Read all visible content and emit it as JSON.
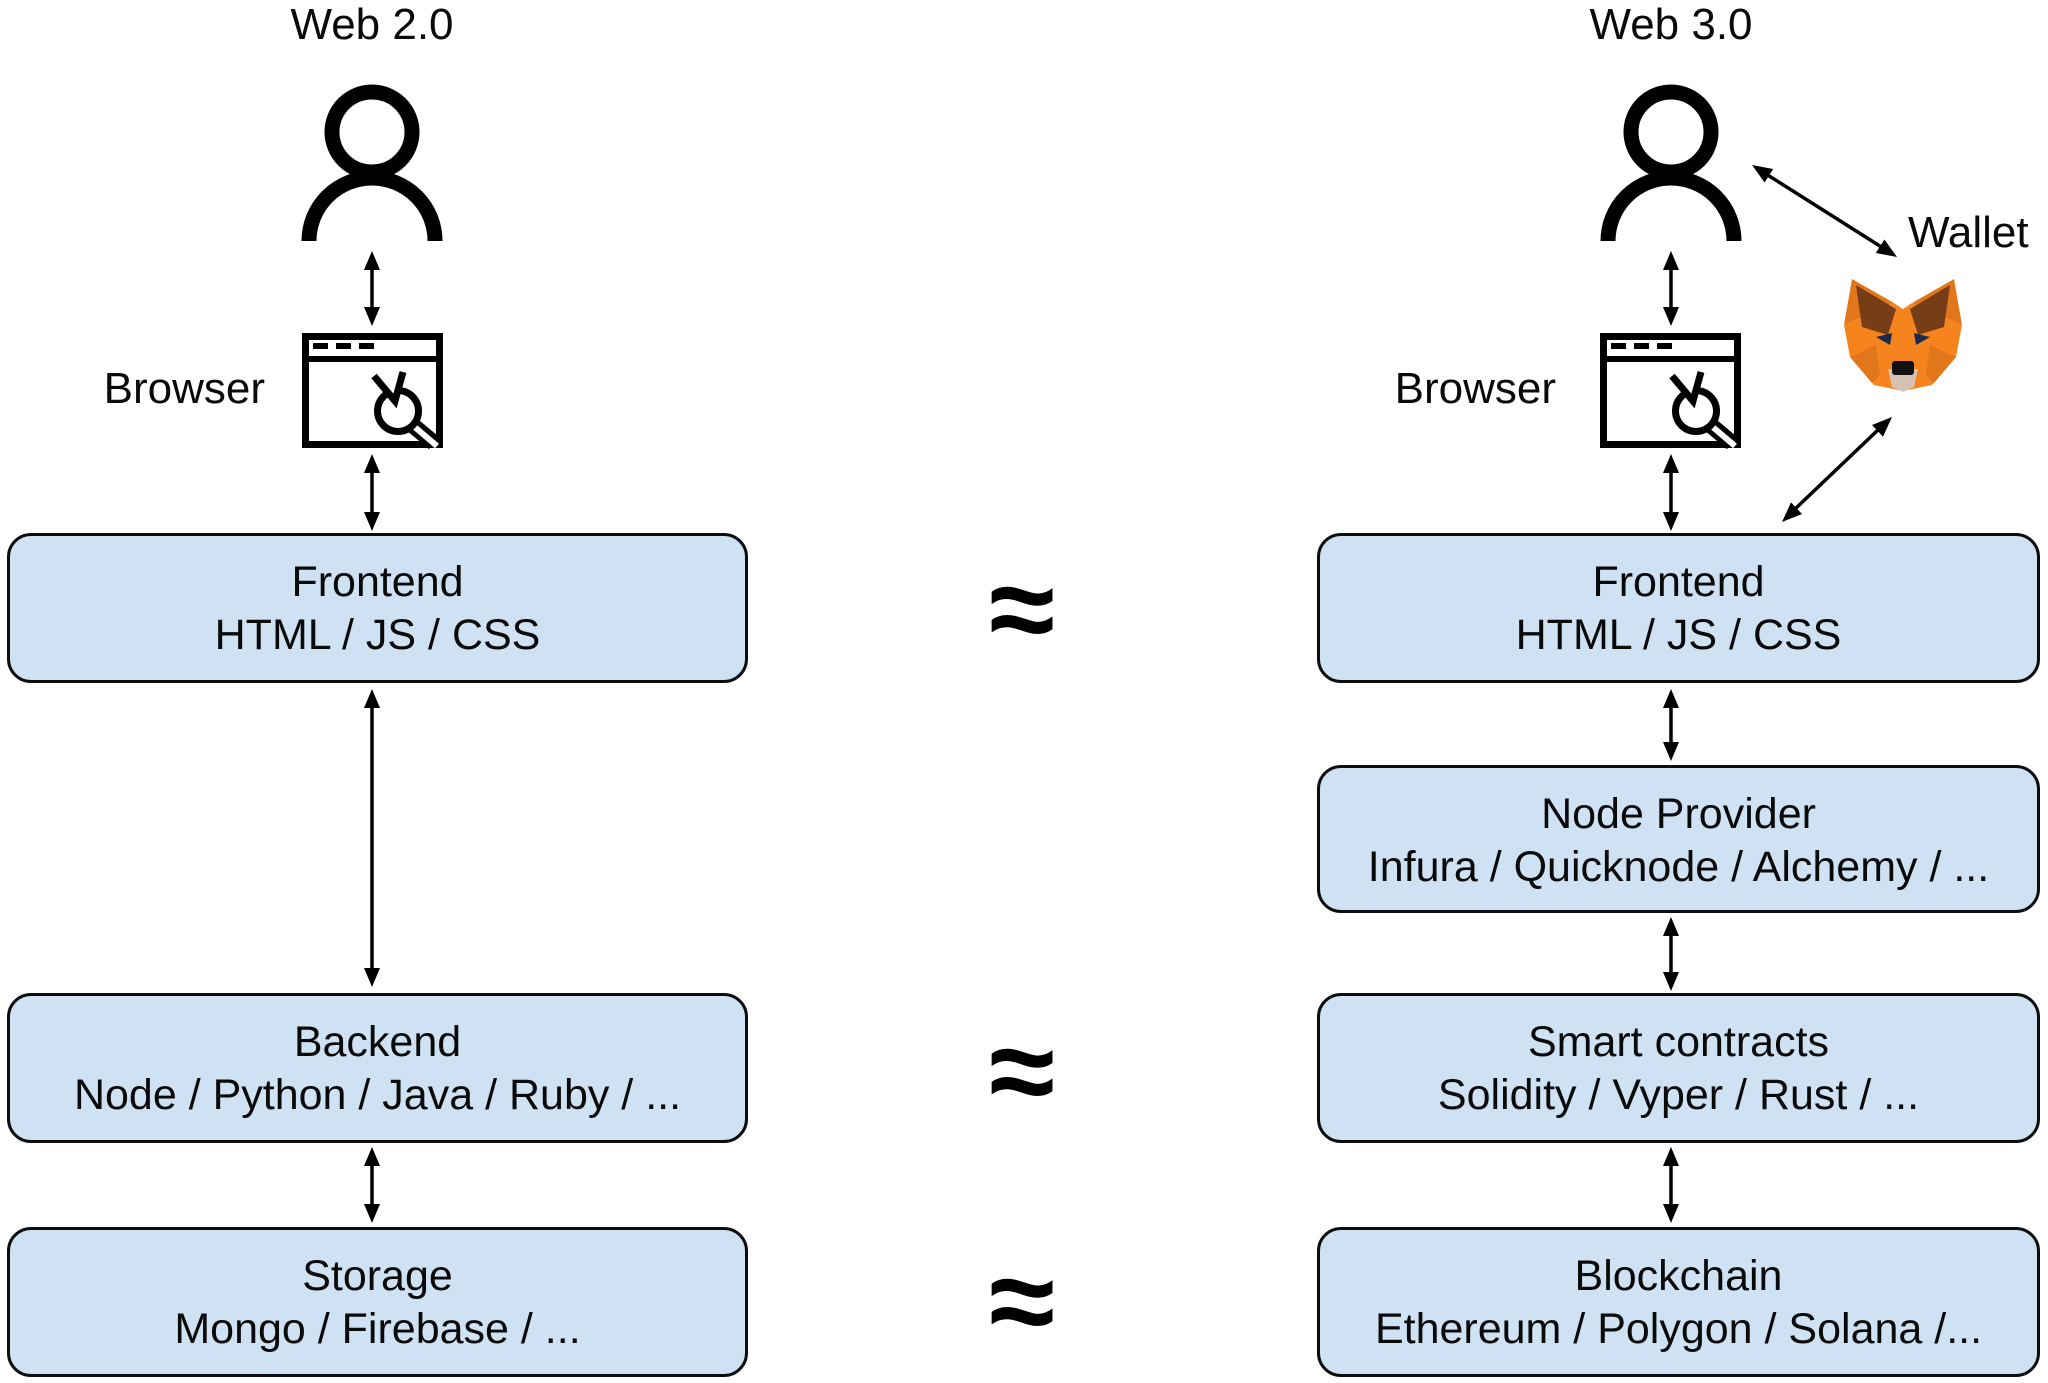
{
  "diagram": {
    "left": {
      "title": "Web 2.0",
      "browser_label": "Browser",
      "boxes": [
        {
          "title": "Frontend",
          "subtitle": "HTML / JS / CSS"
        },
        {
          "title": "Backend",
          "subtitle": "Node / Python / Java / Ruby / ..."
        },
        {
          "title": "Storage",
          "subtitle": "Mongo / Firebase / ..."
        }
      ]
    },
    "right": {
      "title": "Web 3.0",
      "browser_label": "Browser",
      "wallet_label": "Wallet",
      "boxes": [
        {
          "title": "Frontend",
          "subtitle": "HTML / JS / CSS"
        },
        {
          "title": "Node Provider",
          "subtitle": "Infura / Quicknode / Alchemy / ..."
        },
        {
          "title": "Smart contracts",
          "subtitle": "Solidity / Vyper / Rust / ..."
        },
        {
          "title": "Blockchain",
          "subtitle": "Ethereum / Polygon / Solana /..."
        }
      ]
    },
    "equivalence_symbol": "≈",
    "colors": {
      "box_fill": "#cfe2f3",
      "box_border": "#0d0d0d",
      "fox_orange": "#f5841f",
      "fox_dark_orange": "#e2761b",
      "fox_brown": "#763d16",
      "fox_muzzle": "#d7c1b3",
      "fox_eye": "#1b2a4a"
    }
  }
}
